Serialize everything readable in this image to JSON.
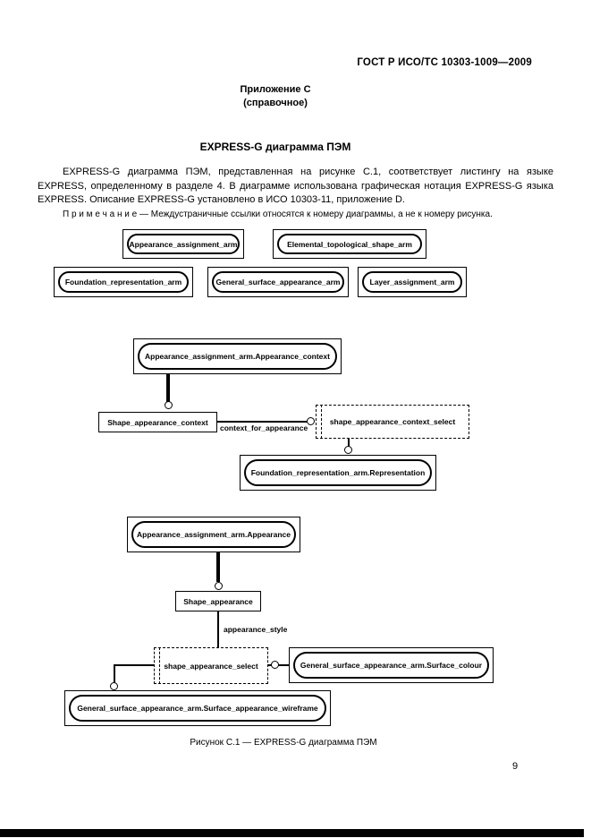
{
  "page": {
    "header": "ГОСТ Р ИСО/ТС 10303-1009—2009",
    "annex_title": "Приложение С",
    "annex_subtitle": "(справочное)",
    "section_title": "EXPRESS-G диаграмма ПЭМ",
    "paragraph": "EXPRESS-G диаграмма ПЭМ, представленная на рисунке С.1, соответствует листингу на языке EXPRESS, определенному в разделе 4. В диаграмме использована графическая нотация EXPRESS-G языка EXPRESS. Описание EXPRESS-G установлено в ИСО 10303-11, приложение D.",
    "note": "П р и м е ч а н и е — Междустраничные ссылки относятся к номеру диаграммы, а не к номеру рисунка.",
    "figure_caption": "Рисунок С.1 — EXPRESS-G диаграмма ПЭМ",
    "page_number": "9"
  },
  "diagram": {
    "schema_refs": {
      "appearance_assignment": "Appearance_assignment_arm",
      "elemental_topological": "Elemental_topological_shape_arm",
      "foundation_representation": "Foundation_representation_arm",
      "general_surface_appearance": "General_surface_appearance_arm",
      "layer_assignment": "Layer_assignment_arm"
    },
    "interschema_refs": {
      "appearance_context": "Appearance_assignment_arm.Appearance_context",
      "representation": "Foundation_representation_arm.Representation",
      "appearance": "Appearance_assignment_arm.Appearance",
      "surface_colour": "General_surface_appearance_arm.Surface_colour",
      "surface_appearance_wireframe": "General_surface_appearance_arm.Surface_appearance_wireframe"
    },
    "entities": {
      "shape_appearance_context": "Shape_appearance_context",
      "shape_appearance": "Shape_appearance"
    },
    "selects": {
      "shape_appearance_context_select": "shape_appearance_context_select",
      "shape_appearance_select": "shape_appearance_select"
    },
    "attributes": {
      "context_for_appearance": "context_for_appearance",
      "appearance_style": "appearance_style"
    }
  }
}
